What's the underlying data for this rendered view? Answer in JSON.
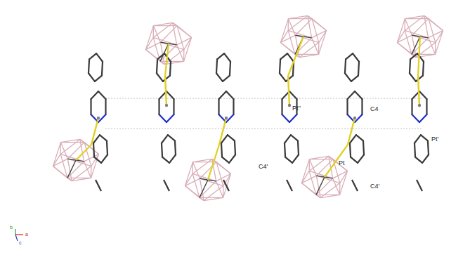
{
  "diagram": {
    "labels": [
      "Pt''",
      "C4",
      "Pt'",
      "C4'",
      "Pt",
      "C4'",
      "b",
      "a",
      "c"
    ]
  }
}
